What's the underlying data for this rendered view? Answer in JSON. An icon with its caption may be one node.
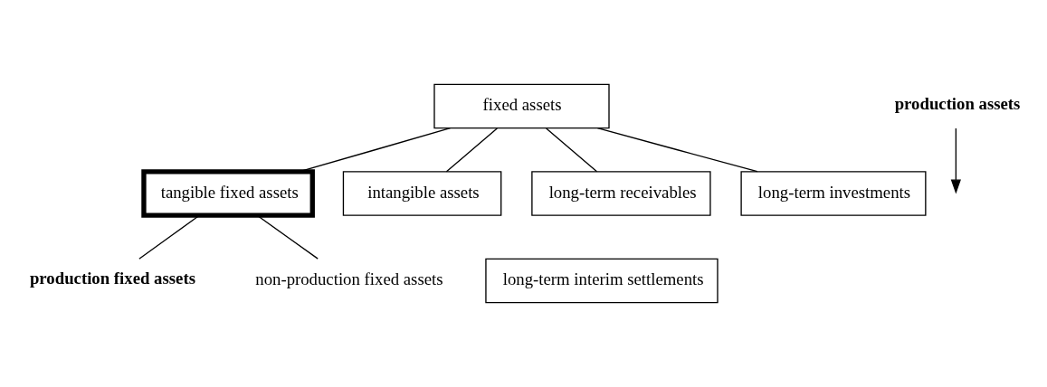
{
  "diagram": {
    "nodes": [
      {
        "text": [
          "fixed assets"
        ]
      },
      {
        "text": [
          "tangible fixed assets"
        ]
      },
      {
        "text": [
          "intangible assets"
        ]
      },
      {
        "text": [
          "long-term receivables"
        ]
      },
      {
        "text": [
          "long-term investments"
        ]
      },
      {
        "text": [
          "long-term interim settlements"
        ]
      },
      {
        "text": [
          "production fixed assets"
        ]
      },
      {
        "text": [
          "non-production fixed assets"
        ]
      },
      {
        "text": [
          "production assets"
        ]
      }
    ],
    "edges": [
      {
        "from": 0,
        "to": 1,
        "arrow": "none"
      },
      {
        "from": 0,
        "to": 2,
        "arrow": "none"
      },
      {
        "from": 0,
        "to": 3,
        "arrow": "none"
      },
      {
        "from": 0,
        "to": 4,
        "arrow": "none"
      },
      {
        "from": 1,
        "to": 6,
        "arrow": "none"
      },
      {
        "from": 1,
        "to": 7,
        "arrow": "none"
      },
      {
        "from": 8,
        "to": null,
        "arrow": "to"
      }
    ]
  }
}
